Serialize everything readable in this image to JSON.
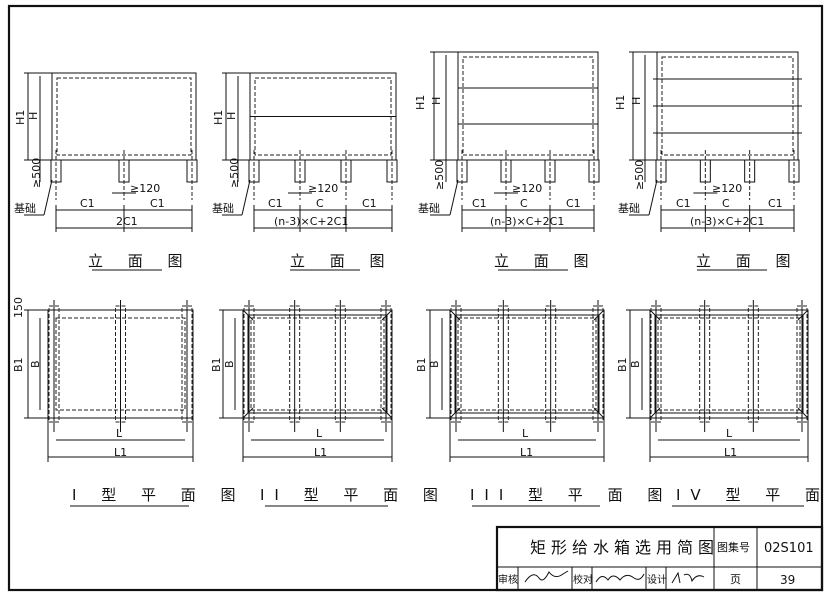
{
  "title_block": {
    "title": "矩形给水箱选用简图",
    "atlas_label": "图集号",
    "atlas_no": "02S101",
    "review_label": "审核",
    "check_label": "校对",
    "design_label": "设计",
    "page_label": "页",
    "page_no": "39"
  },
  "elevations": [
    {
      "caption": "立 面 图",
      "h1": "H1",
      "h": "H",
      "min500": "≥500",
      "min120": "≥120",
      "base": "基础",
      "dims": [
        "C1",
        "C1"
      ],
      "total": "2C1",
      "bands": 0
    },
    {
      "caption": "立 面 图",
      "h1": "H1",
      "h": "H",
      "min500": "≥500",
      "min120": "≥120",
      "base": "基础",
      "dims": [
        "C1",
        "C",
        "C1"
      ],
      "total": "(n-3)×C+2C1",
      "bands": 1
    },
    {
      "caption": "立 面 图",
      "h1": "H1",
      "h": "H",
      "min500": "≥500",
      "min120": "≥120",
      "base": "基础",
      "dims": [
        "C1",
        "C",
        "C1"
      ],
      "total": "(n-3)×C+2C1",
      "bands": 2
    },
    {
      "caption": "立 面 图",
      "h1": "H1",
      "h": "H",
      "min500": "≥500",
      "min120": "≥120",
      "base": "基础",
      "dims": [
        "C1",
        "C",
        "C1"
      ],
      "total": "(n-3)×C+2C1",
      "bands": 3
    }
  ],
  "plans": [
    {
      "caption": "I 型 平 面 图",
      "b1": "B1",
      "b": "B",
      "l": "L",
      "l1": "L1",
      "offset": "150"
    },
    {
      "caption": "II 型 平 面 图",
      "b1": "B1",
      "b": "B",
      "l": "L",
      "l1": "L1"
    },
    {
      "caption": "III 型 平 面 图",
      "b1": "B1",
      "b": "B",
      "l": "L",
      "l1": "L1"
    },
    {
      "caption": "IV 型 平 面 图",
      "b1": "B1",
      "b": "B",
      "l": "L",
      "l1": "L1"
    }
  ]
}
